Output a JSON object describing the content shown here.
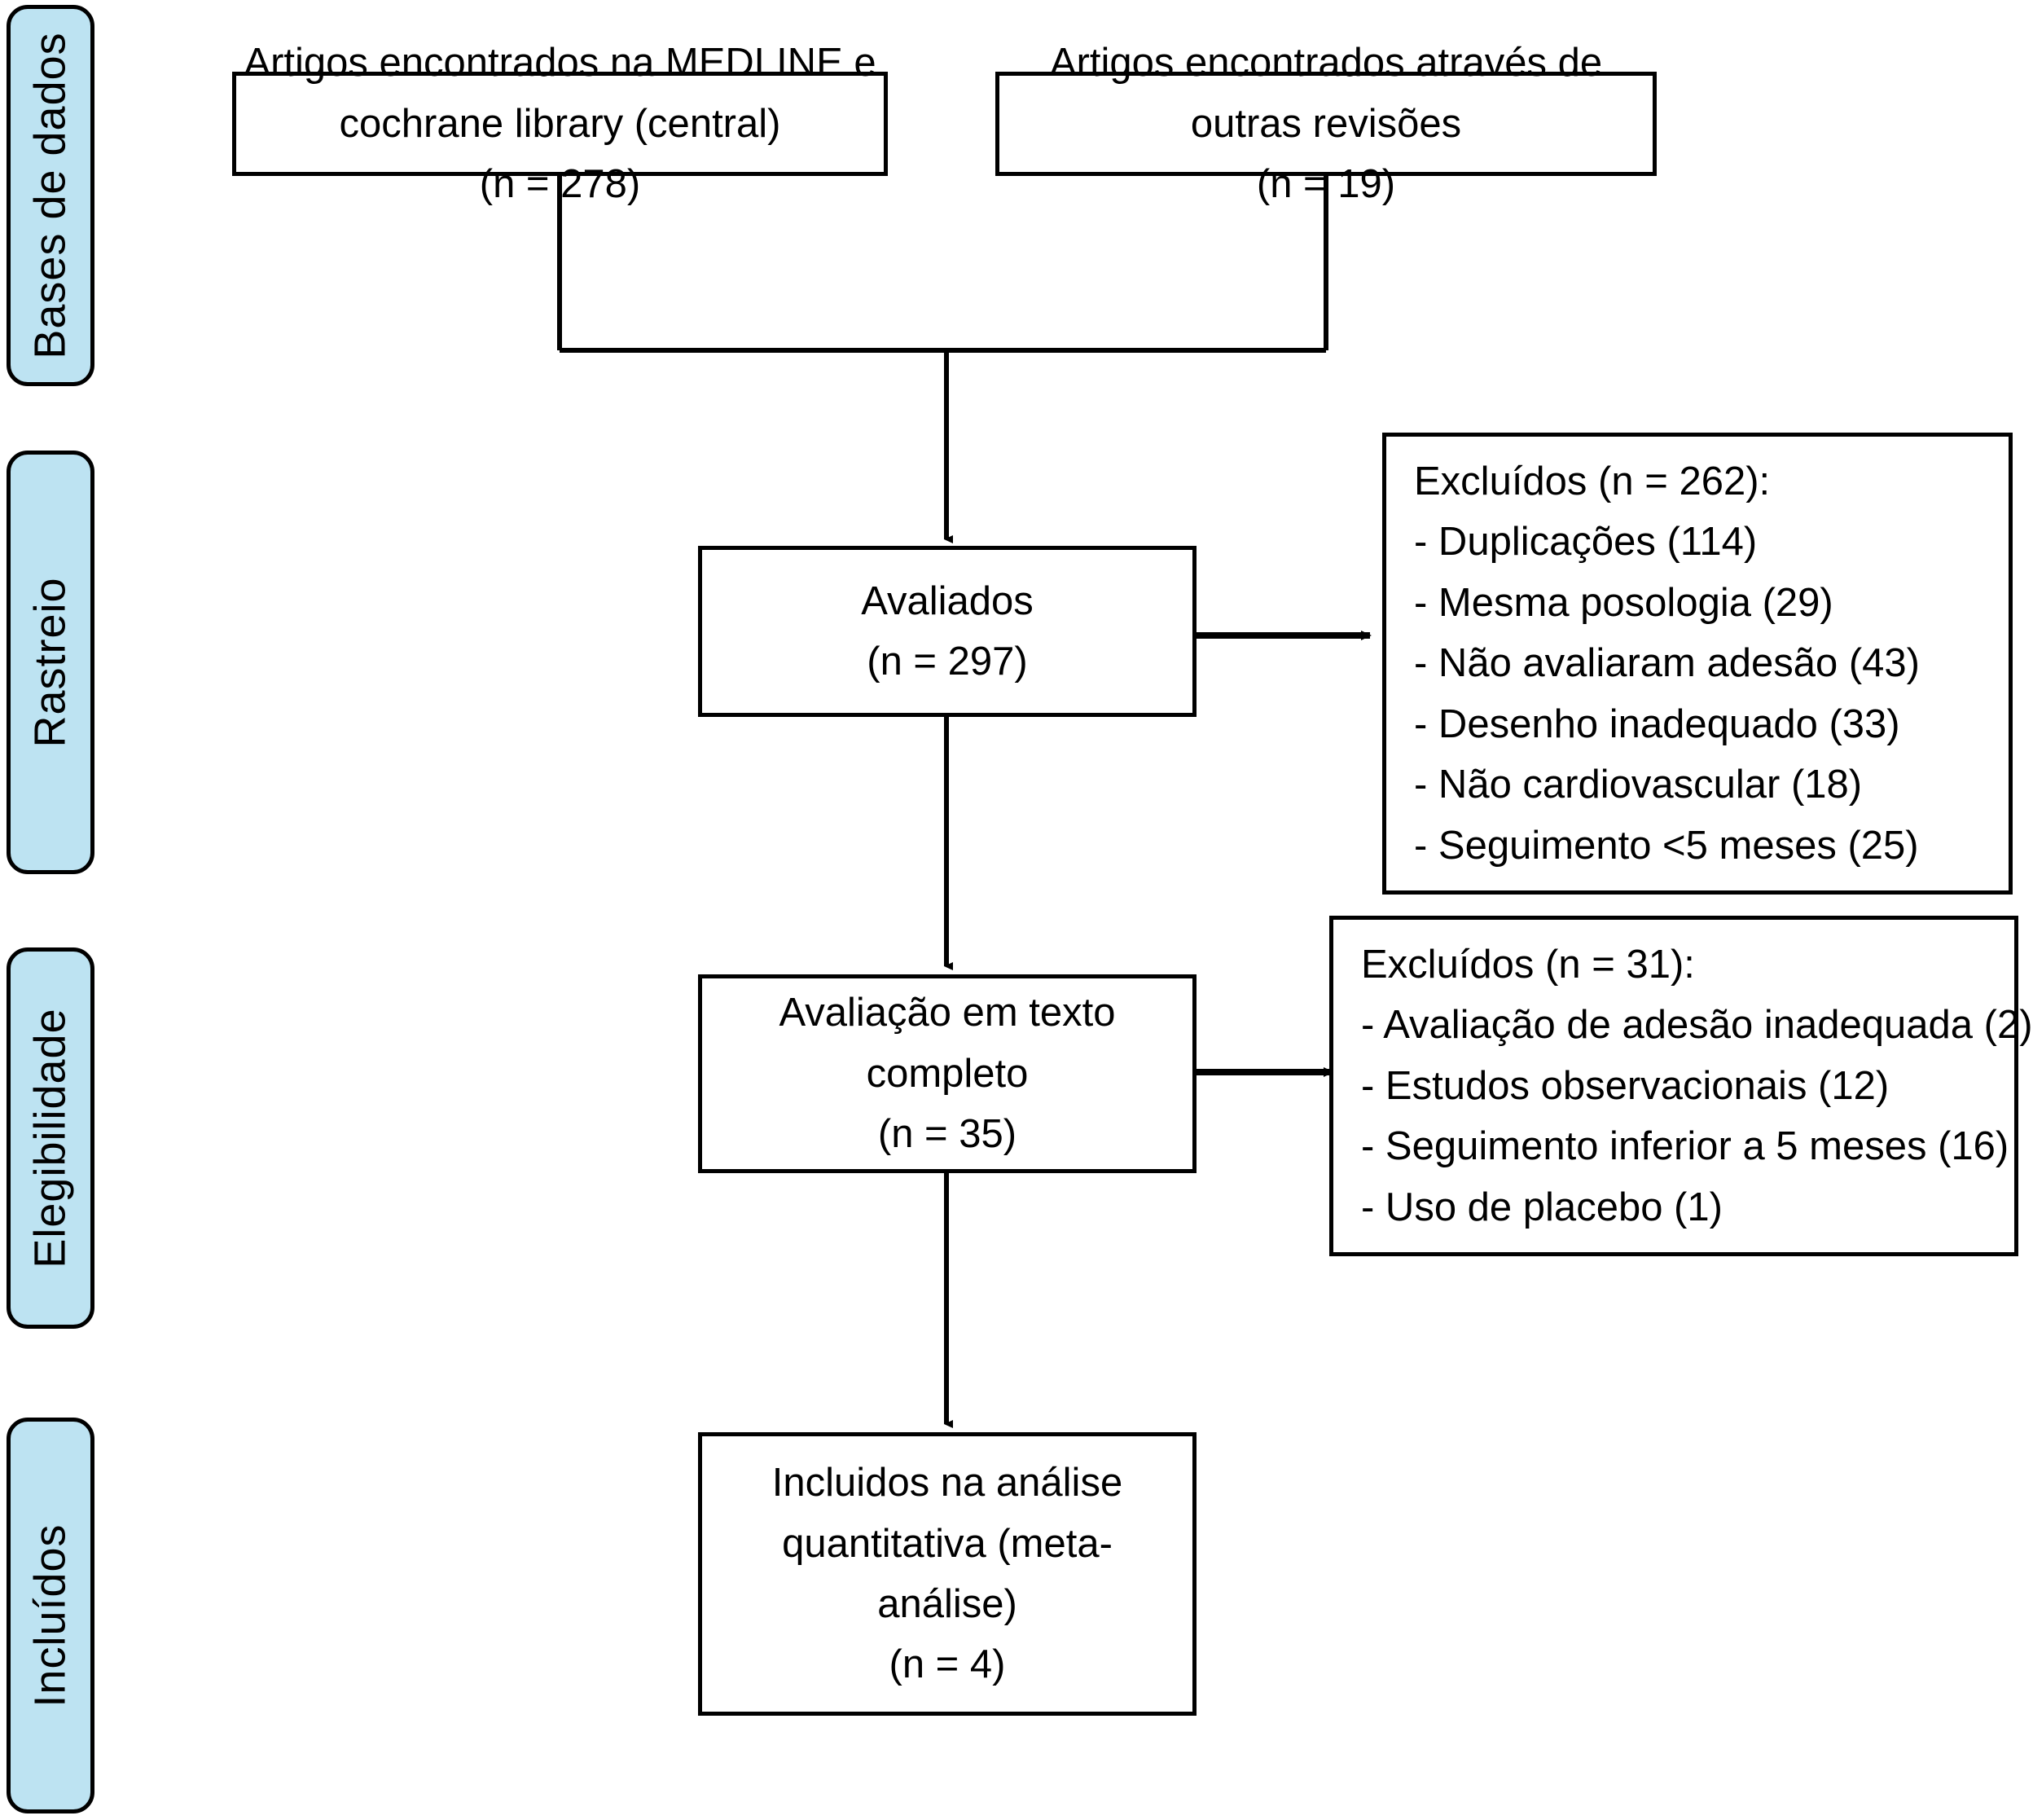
{
  "figure": {
    "type": "prisma-flow-diagram",
    "language": "pt-BR",
    "accent_color": "#bde3f2",
    "line_color": "#000000",
    "background": "#ffffff"
  },
  "stages": [
    {
      "id": "bases-de-dados",
      "label": "Bases de dados"
    },
    {
      "id": "rastreio",
      "label": "Rastreio"
    },
    {
      "id": "elegibilidade",
      "label": "Elegibilidade"
    },
    {
      "id": "incluidos",
      "label": "Incluídos"
    }
  ],
  "boxes": {
    "identification_databases": {
      "lines": [
        "Artigos encontrados na MEDLINE e",
        "cochrane library (central)",
        "(n = 278)"
      ],
      "count": 278
    },
    "identification_other": {
      "lines": [
        "Artigos encontrados através de",
        "outras revisões",
        "(n = 19)"
      ],
      "count": 19
    },
    "screened": {
      "lines": [
        "Avaliados",
        "(n = 297)"
      ],
      "count": 297
    },
    "fulltext": {
      "lines": [
        "Avaliação em texto",
        "completo",
        "(n = 35)"
      ],
      "count": 35
    },
    "included": {
      "lines": [
        "Incluidos na análise",
        "quantitativa (meta-",
        "análise)",
        "(n = 4)"
      ],
      "count": 4
    }
  },
  "exclusions": {
    "screening": {
      "heading": "Excluídos (n = 262):",
      "count": 262,
      "reasons": [
        {
          "label": "- Duplicações (114)",
          "name": "Duplicações",
          "n": 114
        },
        {
          "label": "- Mesma posologia (29)",
          "name": "Mesma posologia",
          "n": 29
        },
        {
          "label": "- Não avaliaram adesão (43)",
          "name": "Não avaliaram adesão",
          "n": 43
        },
        {
          "label": "- Desenho inadequado (33)",
          "name": "Desenho inadequado",
          "n": 33
        },
        {
          "label": "- Não cardiovascular (18)",
          "name": "Não cardiovascular",
          "n": 18
        },
        {
          "label": "- Seguimento <5 meses (25)",
          "name": "Seguimento <5 meses",
          "n": 25
        }
      ]
    },
    "eligibility": {
      "heading": "Excluídos (n = 31):",
      "count": 31,
      "reasons": [
        {
          "label": "- Avaliação de adesão inadequada (2)",
          "name": "Avaliação de adesão inadequada",
          "n": 2
        },
        {
          "label": "- Estudos observacionais (12)",
          "name": "Estudos observacionais",
          "n": 12
        },
        {
          "label": "- Seguimento inferior a 5 meses (16)",
          "name": "Seguimento inferior a 5 meses",
          "n": 16
        },
        {
          "label": "- Uso de placebo (1)",
          "name": "Uso de placebo",
          "n": 1
        }
      ]
    }
  }
}
